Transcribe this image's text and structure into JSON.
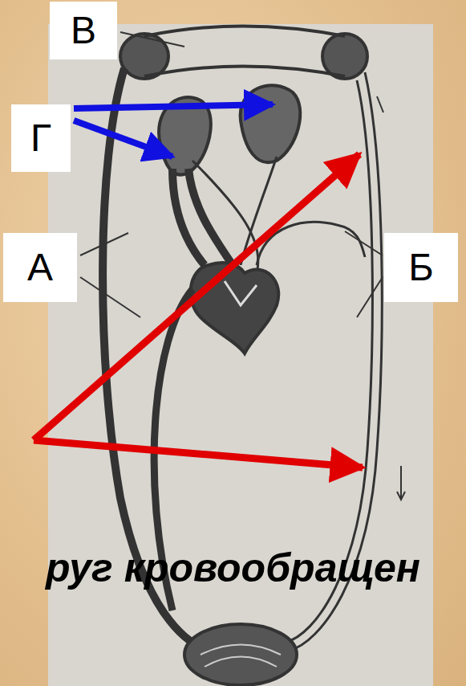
{
  "diagram": {
    "caption": "руг кровообращен",
    "nodes": [
      {
        "text": [
          "В"
        ]
      },
      {
        "text": [
          "Г"
        ]
      },
      {
        "text": [
          "А"
        ]
      },
      {
        "text": [
          "Б"
        ]
      }
    ]
  }
}
